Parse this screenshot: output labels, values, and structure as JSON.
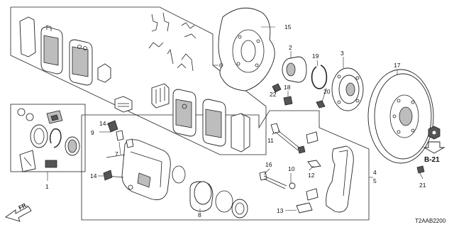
{
  "diagram": {
    "code": "T2AAB2200",
    "section_ref": "B-21",
    "direction_label": "FR.",
    "callouts": [
      "1",
      "2",
      "3",
      "4",
      "5",
      "6",
      "7",
      "8",
      "9",
      "10",
      "11",
      "12",
      "13",
      "14",
      "14",
      "15",
      "16",
      "17",
      "18",
      "19",
      "20",
      "21",
      "22"
    ]
  }
}
